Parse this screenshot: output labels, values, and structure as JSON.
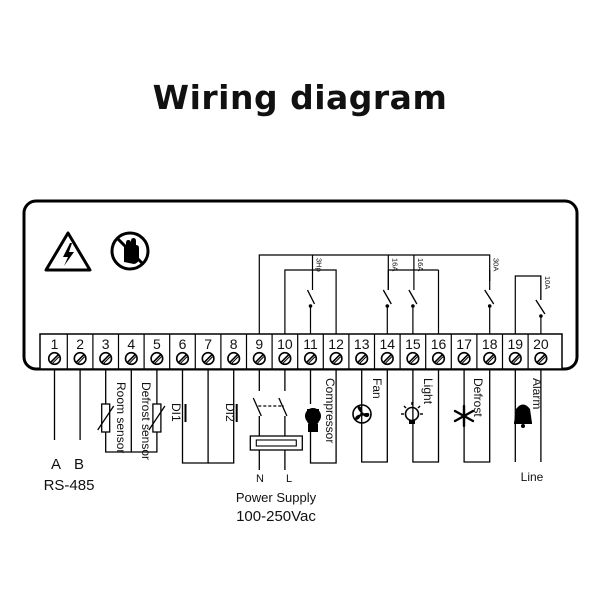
{
  "title": "Wiring diagram",
  "terminals": [
    "1",
    "2",
    "3",
    "4",
    "5",
    "6",
    "7",
    "8",
    "9",
    "10",
    "11",
    "12",
    "13",
    "14",
    "15",
    "16",
    "17",
    "18",
    "19",
    "20"
  ],
  "relays": [
    {
      "rating": "3Hp"
    },
    {
      "rating": "16A"
    },
    {
      "rating": "16A"
    },
    {
      "rating": "30A"
    },
    {
      "rating": "10A"
    }
  ],
  "rs485": {
    "a": "A",
    "b": "B",
    "name": "RS-485"
  },
  "sensors": {
    "room": "Room sensor",
    "defrost": "Defrost sensor"
  },
  "inputs": {
    "di1": "DI1",
    "di2": "DI2"
  },
  "loads": {
    "compressor": "Compressor",
    "fan": "Fan",
    "light": "Light",
    "defrost": "Defrost",
    "alarm": "Alarm"
  },
  "power": {
    "n": "N",
    "l": "L",
    "label": "Power Supply",
    "voltage": "100-250Vac"
  },
  "line_label": "Line",
  "icons": [
    "electric-hazard-icon",
    "no-touch-icon",
    "fan-icon",
    "lamp-icon",
    "snowflake-icon",
    "bell-icon",
    "compressor-icon"
  ]
}
